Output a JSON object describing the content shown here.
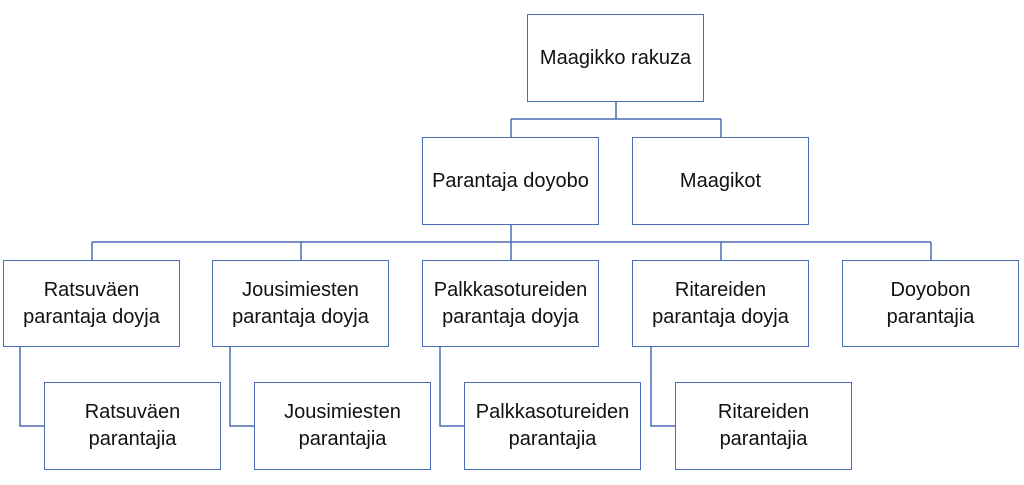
{
  "diagram": {
    "root": {
      "label": "Maagikko rakuza"
    },
    "level1": [
      {
        "label": "Parantaja doyobo"
      },
      {
        "label": "Maagikot"
      }
    ],
    "level2": [
      {
        "line1": "Ratsuväen",
        "line2": "parantaja doyja"
      },
      {
        "line1": "Jousimiesten",
        "line2": "parantaja doyja"
      },
      {
        "line1": "Palkkasotureiden",
        "line2": "parantaja doyja"
      },
      {
        "line1": "Ritareiden",
        "line2": "parantaja doyja"
      },
      {
        "line1": "Doyobon",
        "line2": "parantajia"
      }
    ],
    "level3": [
      {
        "line1": "Ratsuväen",
        "line2": "parantajia"
      },
      {
        "line1": "Jousimiesten",
        "line2": "parantajia"
      },
      {
        "line1": "Palkkasotureiden",
        "line2": "parantajia"
      },
      {
        "line1": "Ritareiden",
        "line2": "parantajia"
      }
    ],
    "colors": {
      "border": "#4a6db5",
      "connector": "#4a6db5",
      "text": "#111111"
    }
  }
}
